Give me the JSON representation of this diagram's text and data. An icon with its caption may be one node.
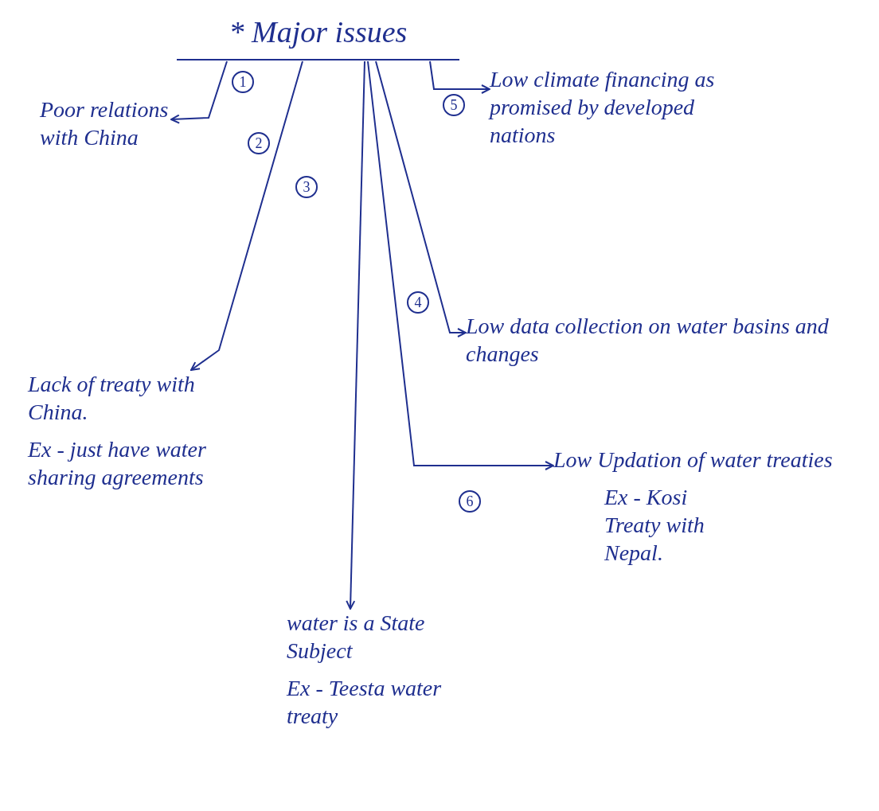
{
  "diagram": {
    "nodes": [
      {
        "text": [
          "* Major issues"
        ]
      },
      {
        "text": [
          "Poor relations with China"
        ]
      },
      {
        "text": [
          "Lack of treaty with China.",
          "Ex - just have water sharing agreements"
        ]
      },
      {
        "text": [
          "water is a State Subject",
          "Ex - Teesta water treaty"
        ]
      },
      {
        "text": [
          "Low climate financing as promised by developed nations"
        ]
      },
      {
        "text": [
          "Low data collection on water basins and changes"
        ]
      },
      {
        "text": [
          "Low Updation of water treaties",
          "Ex - Kosi Treaty with Nepal."
        ]
      }
    ],
    "edges": [
      {
        "from": 0,
        "to": 1,
        "arrow": "to",
        "label": "1"
      },
      {
        "from": 0,
        "to": 2,
        "arrow": "to",
        "label": "2"
      },
      {
        "from": 0,
        "to": 3,
        "arrow": "to",
        "label": "3"
      },
      {
        "from": 0,
        "to": 5,
        "arrow": "to",
        "label": "4"
      },
      {
        "from": 0,
        "to": 4,
        "arrow": "to",
        "label": "5"
      },
      {
        "from": 0,
        "to": 6,
        "arrow": "to",
        "label": "6"
      }
    ]
  }
}
